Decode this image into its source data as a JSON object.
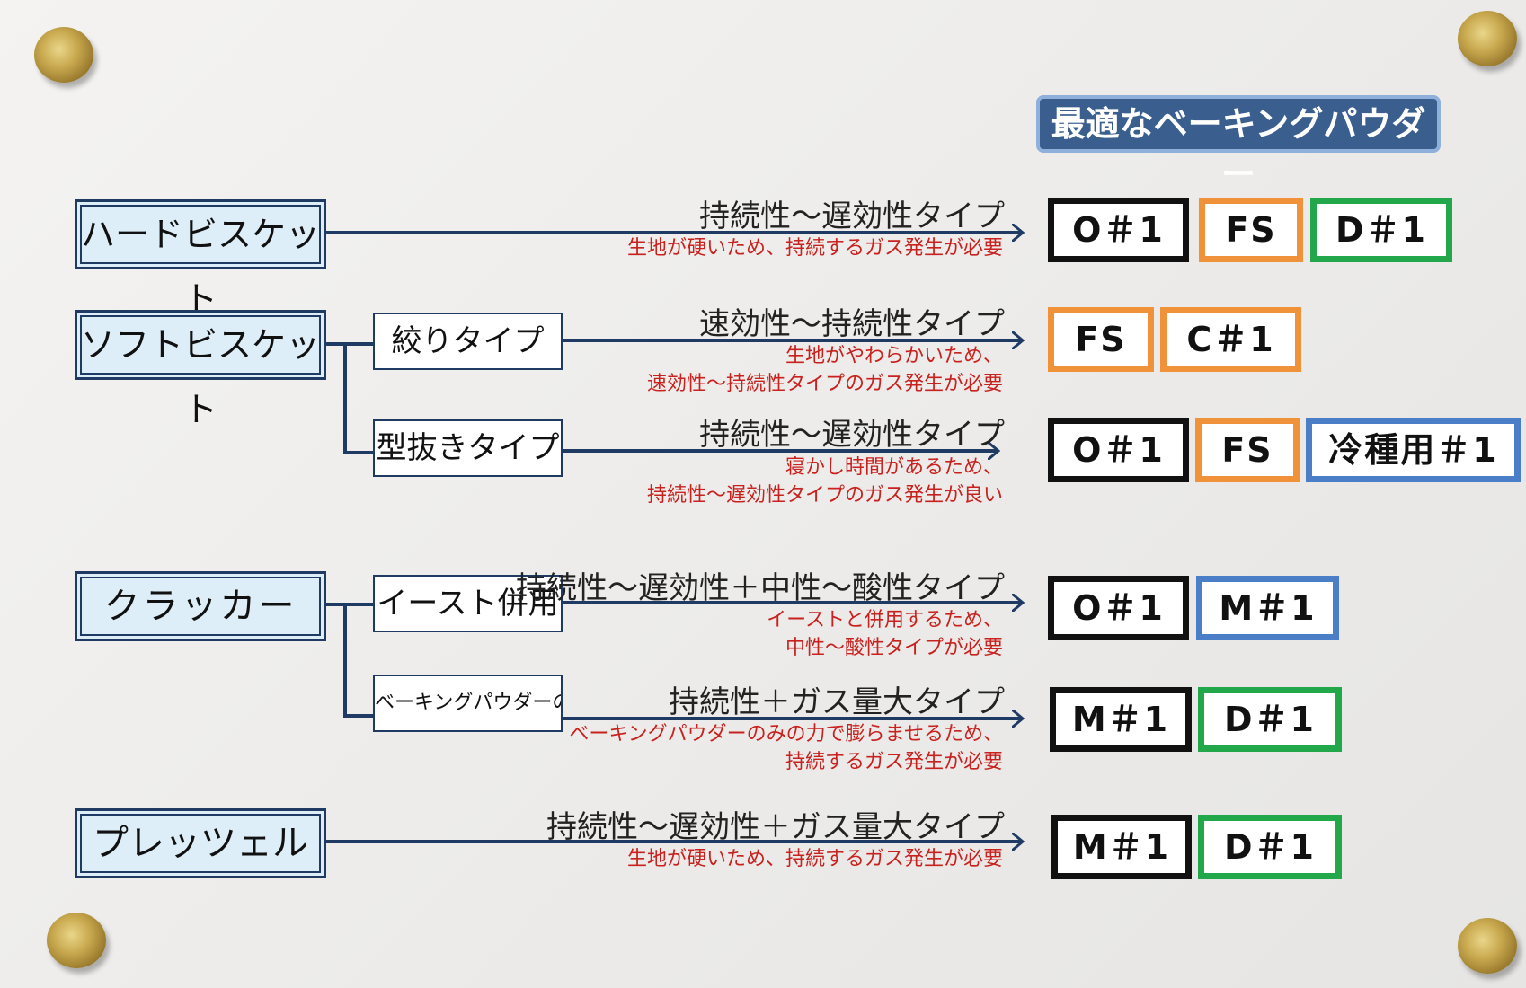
{
  "header": {
    "title": "最適なベーキングパウダー"
  },
  "colors": {
    "black": "#111111",
    "orange": "#f0923a",
    "green": "#22a84a",
    "blue": "#4a7ec6",
    "line": "#1f3b63",
    "note": "#c8211e"
  },
  "categories": [
    {
      "name": "ハードビスケット",
      "type": "持続性～遅効性タイプ",
      "note": [
        "生地が硬いため、持続するガス発生が必要"
      ],
      "powders": [
        {
          "label": "O＃1",
          "color": "black"
        },
        {
          "label": "FS",
          "color": "orange"
        },
        {
          "label": "D＃1",
          "color": "green"
        }
      ]
    },
    {
      "name": "ソフトビスケット",
      "subs": [
        {
          "name": "絞りタイプ",
          "type": "速効性～持続性タイプ",
          "note": [
            "生地がやわらかいため、",
            "速効性～持続性タイプのガス発生が必要"
          ],
          "powders": [
            {
              "label": "FS",
              "color": "orange"
            },
            {
              "label": "C＃1",
              "color": "orange"
            }
          ]
        },
        {
          "name": "型抜きタイプ",
          "type": "持続性～遅効性タイプ",
          "note": [
            "寝かし時間があるため、",
            "持続性～遅効性タイプのガス発生が良い"
          ],
          "powders": [
            {
              "label": "O＃1",
              "color": "black"
            },
            {
              "label": "FS",
              "color": "orange"
            },
            {
              "label": "冷種用＃1",
              "color": "blue"
            }
          ]
        }
      ]
    },
    {
      "name": "クラッカー",
      "subs": [
        {
          "name": "イースト併用",
          "type": "持続性～遅効性＋中性～酸性タイプ",
          "note": [
            "イーストと併用するため、",
            "中性～酸性タイプが必要"
          ],
          "powders": [
            {
              "label": "O＃1",
              "color": "black"
            },
            {
              "label": "M＃1",
              "color": "blue"
            }
          ]
        },
        {
          "name": "ベーキングパウダーのみ",
          "type": "持続性＋ガス量大タイプ",
          "note": [
            "ベーキングパウダーのみの力で膨らませるため、",
            "持続するガス発生が必要"
          ],
          "powders": [
            {
              "label": "M＃1",
              "color": "black"
            },
            {
              "label": "D＃1",
              "color": "green"
            }
          ]
        }
      ]
    },
    {
      "name": "プレッツェル",
      "type": "持続性～遅効性＋ガス量大タイプ",
      "note": [
        "生地が硬いため、持続するガス発生が必要"
      ],
      "powders": [
        {
          "label": "M＃1",
          "color": "black"
        },
        {
          "label": "D＃1",
          "color": "green"
        }
      ]
    }
  ]
}
